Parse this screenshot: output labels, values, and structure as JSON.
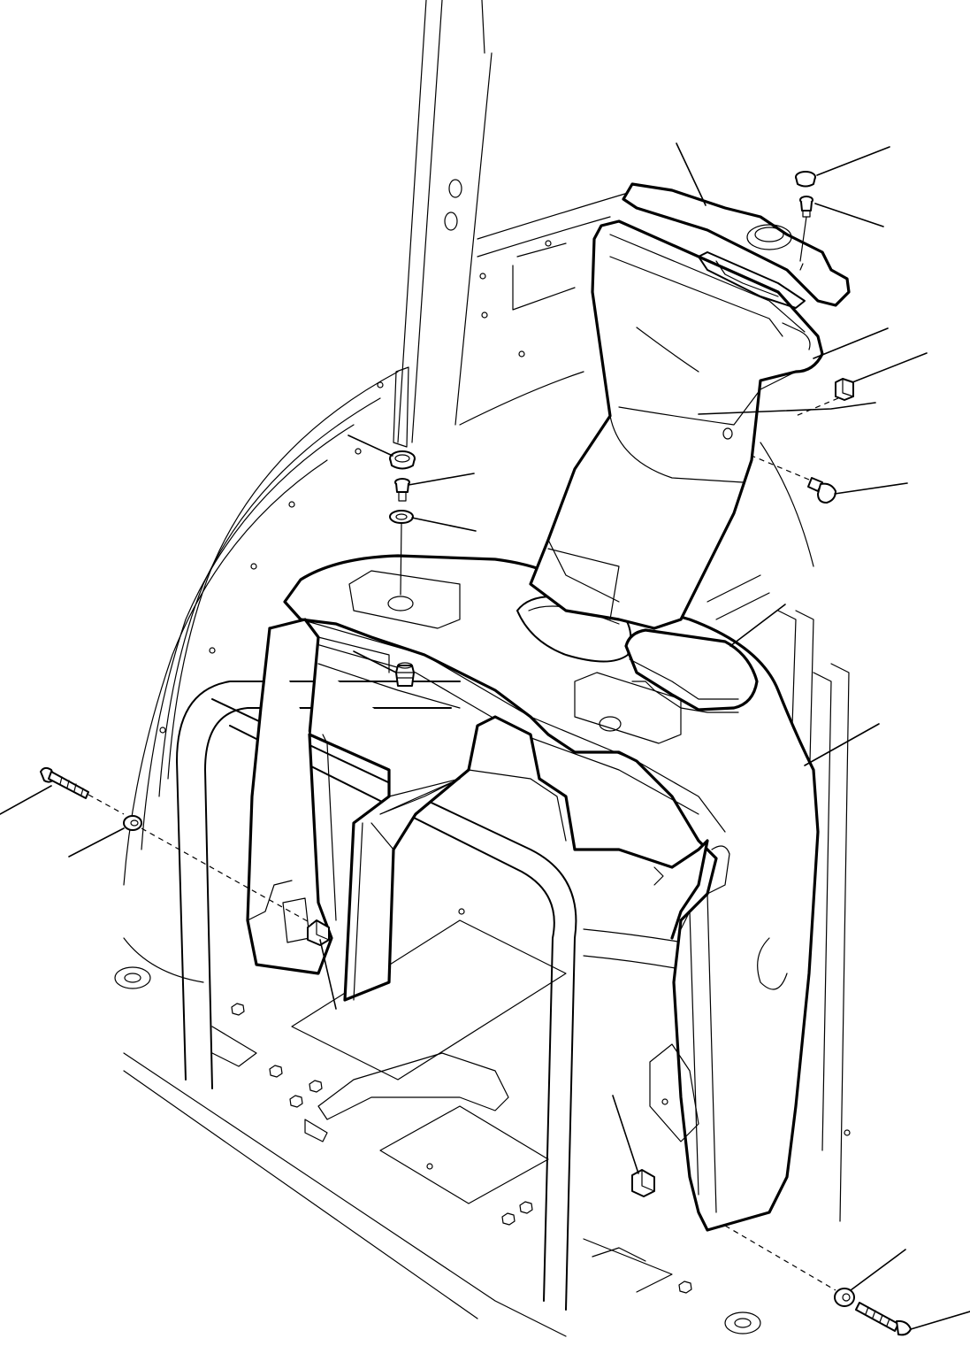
{
  "figure": {
    "kind": "exploded assembly line drawing",
    "callouts_count": 16,
    "labels_printed": false
  },
  "parts": [
    {
      "id": "top-cover",
      "icon": "cover-plate-icon"
    },
    {
      "id": "cap-plug-top-right",
      "icon": "cap-icon"
    },
    {
      "id": "screw-top-right",
      "icon": "screw-icon"
    },
    {
      "id": "upper-duct",
      "icon": "duct-icon"
    },
    {
      "id": "clip-right",
      "icon": "clip-icon"
    },
    {
      "id": "bolt-right",
      "icon": "bolt-icon"
    },
    {
      "id": "cap-plug-left",
      "icon": "cap-icon"
    },
    {
      "id": "screw-left",
      "icon": "screw-icon"
    },
    {
      "id": "washer-left",
      "icon": "washer-icon"
    },
    {
      "id": "nut-insert",
      "icon": "nut-icon"
    },
    {
      "id": "lid-pad",
      "icon": "pad-icon"
    },
    {
      "id": "main-console",
      "icon": "console-icon"
    },
    {
      "id": "long-bolt-left",
      "icon": "bolt-icon"
    },
    {
      "id": "washer-left-lower",
      "icon": "washer-icon"
    },
    {
      "id": "clip-left",
      "icon": "clip-icon"
    },
    {
      "id": "clip-lower-right",
      "icon": "clip-icon"
    },
    {
      "id": "washer-lower-right",
      "icon": "washer-icon"
    },
    {
      "id": "long-bolt-lower-right",
      "icon": "bolt-icon"
    }
  ]
}
